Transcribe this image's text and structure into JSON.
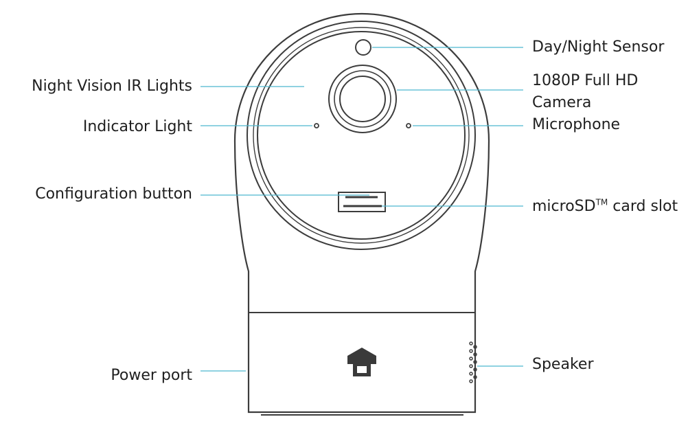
{
  "diagram": {
    "labels": {
      "night_vision": "Night Vision IR Lights",
      "indicator": "Indicator Light",
      "config_button": "Configuration button",
      "power_port": "Power port",
      "day_night": "Day/Night Sensor",
      "camera_line1": "1080P Full HD",
      "camera_line2": "Camera",
      "microphone": "Microphone",
      "microsd_prefix": "microSD",
      "microsd_tm": "TM",
      "microsd_suffix": " card slot",
      "speaker": "Speaker"
    },
    "icons": {
      "logo": "house-shield-logo-icon"
    },
    "colors": {
      "leader": "#4cb8cf",
      "outline": "#3c3c3c",
      "text": "#1f1f1f"
    }
  }
}
